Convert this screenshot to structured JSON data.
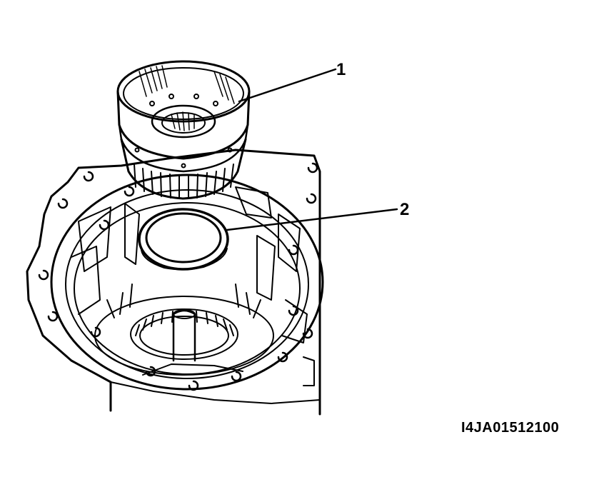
{
  "callouts": [
    {
      "number": "1"
    },
    {
      "number": "2"
    }
  ],
  "figure_id": "I4JA01512100",
  "colors": {
    "ink": "#000000",
    "paper": "#ffffff"
  }
}
